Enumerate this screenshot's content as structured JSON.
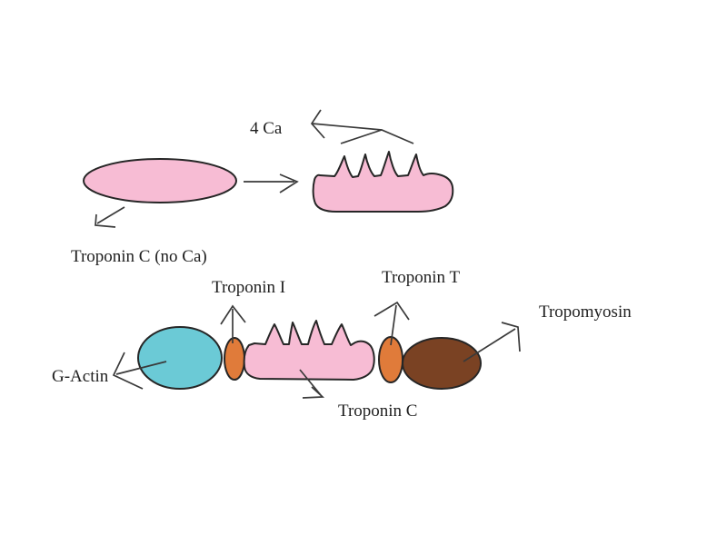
{
  "diagram": {
    "description": "Troponin complex diagram",
    "top_panel": {
      "ca_label": "4 Ca",
      "state_label": "Troponin C (no Ca)"
    },
    "complex_panel": {
      "g_actin_label": "G-Actin",
      "troponin_i_label": "Troponin I",
      "troponin_c_label": "Troponin C",
      "troponin_t_label": "Troponin T",
      "tropomyosin_label": "Tropomyosin"
    },
    "colors": {
      "pink": "#F7BCD4",
      "cyan": "#6BCAD6",
      "orange": "#E07B3A",
      "brown": "#7A4223",
      "outline": "#262626",
      "arrow": "#3a3a3a",
      "text": "#1f1f1f",
      "background": "#ffffff"
    }
  }
}
